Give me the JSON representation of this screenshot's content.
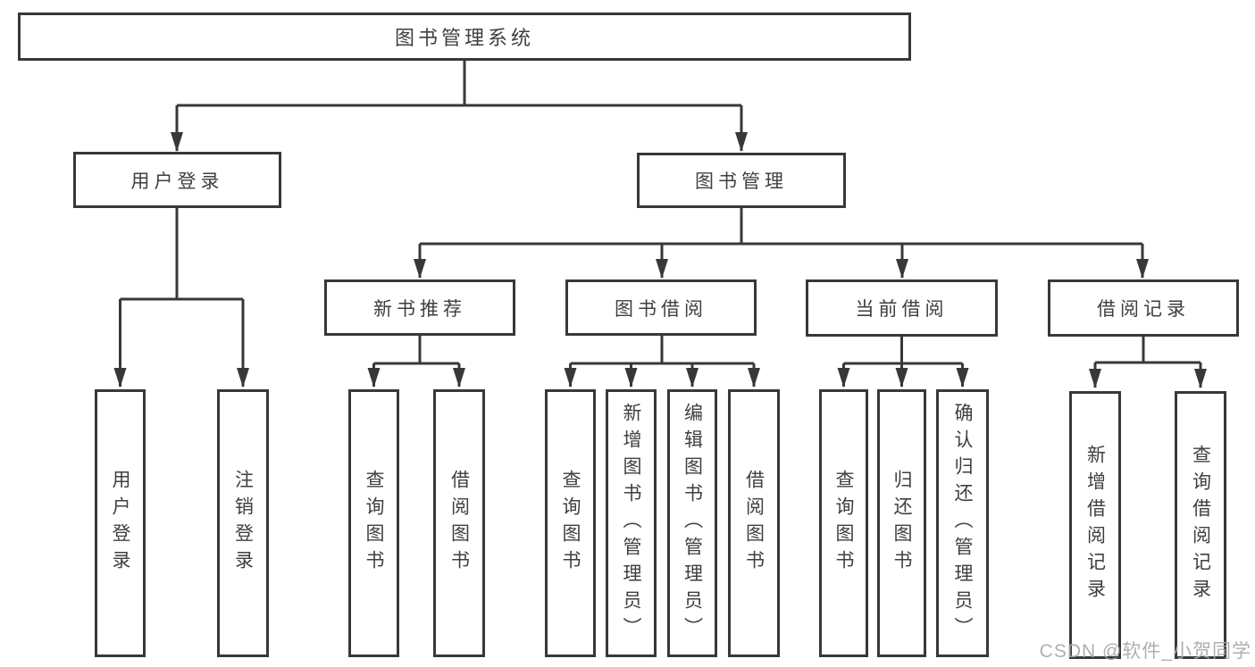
{
  "diagram": {
    "type": "hierarchy-tree",
    "colors": {
      "line": "#383838",
      "box_border": "#383838",
      "box_fill": "#ffffff",
      "text": "#3f3f3f",
      "background": "#ffffff",
      "watermark": "#a8a8a8"
    }
  },
  "tree": {
    "label": "图书管理系统",
    "children": [
      {
        "label": "用户登录",
        "children": [
          {
            "label": "用户登录"
          },
          {
            "label": "注销登录"
          }
        ]
      },
      {
        "label": "图书管理",
        "children": [
          {
            "label": "新书推荐",
            "children": [
              {
                "label": "查询图书"
              },
              {
                "label": "借阅图书"
              }
            ]
          },
          {
            "label": "图书借阅",
            "children": [
              {
                "label": "查询图书"
              },
              {
                "label": "新增图书（管理员）"
              },
              {
                "label": "编辑图书（管理员）"
              },
              {
                "label": "借阅图书"
              }
            ]
          },
          {
            "label": "当前借阅",
            "children": [
              {
                "label": "查询图书"
              },
              {
                "label": "归还图书"
              },
              {
                "label": "确认归还（管理员）"
              }
            ]
          },
          {
            "label": "借阅记录",
            "children": [
              {
                "label": "新增借阅记录"
              },
              {
                "label": "查询借阅记录"
              }
            ]
          }
        ]
      }
    ]
  },
  "watermark": {
    "text": "CSDN @软件_小贺同学"
  }
}
